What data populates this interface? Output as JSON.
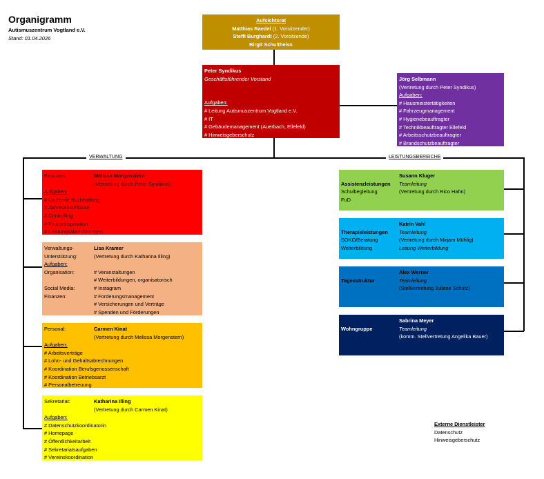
{
  "header": {
    "title": "Organigramm",
    "organization": "Autismuszentrum Vogtland e.V.",
    "date": "Stand: 01.04.2026"
  },
  "sections": {
    "left": "VERWALTUNG",
    "right": "LEISTUNGSBEREICHE"
  },
  "colors": {
    "aufsichtsrat": "#bf8f00",
    "vorstand": "#c00000",
    "haustechnik": "#7030a0",
    "finanzen": "#ff0000",
    "verwaltung": "#f4b183",
    "personal": "#ffc000",
    "sekretariat": "#ffff00",
    "assistenz": "#92d050",
    "therapie": "#00b0f0",
    "tagesstruktur": "#0070c0",
    "wohngruppe": "#002060"
  },
  "boxes": {
    "aufsichtsrat": {
      "rows": [
        {
          "c1": "Aufsichtsrat",
          "s1": "b u"
        },
        {
          "c1": "Matthias Raedel",
          "s1": "b",
          "c2": " (1. Vorsitzender)"
        },
        {
          "c1": "Steffi Burghardt",
          "s1": "b",
          "c2": " (2. Vorsitzende)"
        },
        {
          "c1": "Birgit Schultheiss",
          "s1": "b"
        }
      ]
    },
    "vorstand": {
      "rows": [
        {
          "c1": "Peter Syndikus",
          "s1": "b"
        },
        {
          "c1": "Geschäftsführender Vorstand",
          "s1": "i"
        },
        {},
        {},
        {
          "c1": "Aufgaben:",
          "s1": "u"
        },
        {
          "c1": "# Leitung Autismuszentrum Vogtland e.V."
        },
        {
          "c1": "# IT"
        },
        {
          "c1": "# Gebäudemanagement (Auerbach, Ellefeld)"
        },
        {
          "c1": "# Hinweisgeberschutz"
        }
      ]
    },
    "haustechnik": {
      "rows": [
        {
          "c1": "Jörg Selbmann",
          "s1": "b"
        },
        {
          "c1": "(Vertretung durch Peter Syndikus)"
        },
        {
          "c1": "Aufgaben:",
          "s1": "u"
        },
        {
          "c1": "# Hausmeistertätigkeiten"
        },
        {
          "c1": "# Fahrzeugmanagement"
        },
        {
          "c1": "# Hygienebeauftragter"
        },
        {
          "c1": "# Technikbeauftragter Ellefeld"
        },
        {
          "c1": "# Arbeitsschutzbeauftragter"
        },
        {
          "c1": "# Brandschutzbeauftragter"
        }
      ]
    },
    "finanzen": {
      "rows": [
        {
          "c1": "Finanzen:",
          "c2": "Melissa Morgenstern",
          "s2": "b"
        },
        {
          "c2": "(Vertretung durch Peter Syndikus)"
        },
        {
          "c1": "Aufgaben:",
          "s1": "u"
        },
        {
          "c1": "# Laufende Buchhaltung"
        },
        {
          "c1": "# Jahresabschlüsse"
        },
        {
          "c1": "# Controlling"
        },
        {
          "c1": "# Finanzdisposition"
        },
        {
          "c1": "# Leistungsabrechnungen"
        }
      ]
    },
    "verwaltung": {
      "rows": [
        {
          "c1": "Verwaltungs-",
          "c2": "Lisa Kramer",
          "s2": "b"
        },
        {
          "c1": "Unterstützung:",
          "c2": "(Vertretung durch Katharina Illing)"
        },
        {
          "c1": "Aufgaben:",
          "s1": "u"
        },
        {
          "c1": "Organisation:",
          "c2": "# Veranstaltungen"
        },
        {
          "c2": "# Weiterbildungen, organisatorisch"
        },
        {
          "c1": "Social Media:",
          "c2": "# Instagram"
        },
        {
          "c1": "Finanzen:",
          "c2": "# Forderungsmanagement"
        },
        {
          "c2": "# Versicherungen und Verträge"
        },
        {
          "c2": "# Spenden und Förderungen"
        }
      ]
    },
    "personal": {
      "rows": [
        {
          "c1": "Personal:",
          "c2": "Carmen Kinat",
          "s2": "b"
        },
        {
          "c2": "(Vertretung durch Melissa Morgenstern)"
        },
        {
          "c1": "Aufgaben:",
          "s1": "u"
        },
        {
          "c1": "# Arbeitsverträge"
        },
        {
          "c1": "# Lohn- und Gehaltsabrechnungen"
        },
        {
          "c1": "# Koordination Berufsgenossenschaft"
        },
        {
          "c1": "# Koordination Betriebsarzt"
        },
        {
          "c1": "# Personalbetreuung"
        }
      ]
    },
    "sekretariat": {
      "rows": [
        {
          "c1": "Sekretariat:",
          "c2": "Katharina Illing",
          "s2": "b"
        },
        {
          "c2": "(Vertretung durch Carmen Kinat)"
        },
        {
          "c1": "Aufgaben:",
          "s1": "u"
        },
        {
          "c1": "# Datenschutzkoordinatorin"
        },
        {
          "c1": "# Homepage"
        },
        {
          "c1": "# Öffentlichkeitarbeit"
        },
        {
          "c1": "# Sekretariatsaufgaben"
        },
        {
          "c1": "# Vereinskoordination"
        }
      ]
    },
    "assistenz": {
      "rows": [
        {
          "c2": "Susann Kluger",
          "s2": "b"
        },
        {
          "c1": "Assistenzleistungen",
          "s1": "b",
          "c2": "Teamleitung",
          "s2": "i"
        },
        {
          "c1": "Schulbegleitung",
          "c2": "(Vertretung durch Rico Hahn)"
        },
        {
          "c1": "FuD"
        }
      ]
    },
    "therapie": {
      "rows": [
        {
          "c2": "Katrin Vahl",
          "s2": "b"
        },
        {
          "c1": "Therapieleistungen",
          "s1": "b",
          "c2": "Teamleitung",
          "s2": "i"
        },
        {
          "c1": "SOKO/Beratung",
          "c2": "(Vertretung durch Mirjam Mühlig)"
        },
        {
          "c1": "Weiterbildung",
          "c2": "Leitung Weiterbildung",
          "s2": "i"
        }
      ]
    },
    "tagesstruktur": {
      "rows": [
        {
          "c2": "Alex Werner",
          "s2": "b"
        },
        {
          "c1": "Tagesstruktur",
          "s1": "b",
          "c2": "Teamleitung",
          "s2": "i"
        },
        {
          "c2": "(Stellvertretung Juliane Schütz)"
        }
      ]
    },
    "wohngruppe": {
      "rows": [
        {
          "c2": "Sabrina Meyer",
          "s2": "b"
        },
        {
          "c1": "Wohngruppe",
          "s1": "b",
          "c2": "Teamleitung",
          "s2": "i"
        },
        {
          "c2": "(komm. Stellvertretung Angelika Bauer)"
        }
      ]
    }
  },
  "external": {
    "title": "Externe Dienstleister",
    "items": [
      "Datenschutz",
      "Hinweisgeberschutz"
    ]
  }
}
